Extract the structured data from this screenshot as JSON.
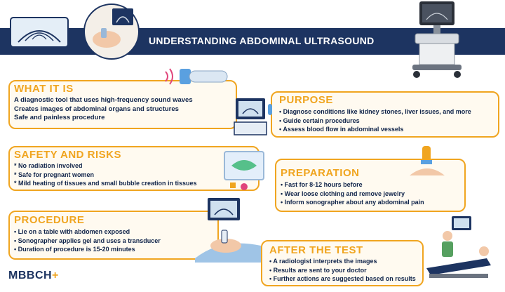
{
  "header": {
    "title": "UNDERSTANDING ABDOMINAL ULTRASOUND"
  },
  "what_it_is": {
    "title": "WHAT IT IS",
    "items": [
      "A diagnostic tool that uses high-frequency sound waves",
      "Creates images of abdominal organs and structures",
      "Safe and painless procedure"
    ]
  },
  "purpose": {
    "title": "PURPOSE",
    "items": [
      "Diagnose conditions like kidney stones, liver issues, and more",
      "Guide certain procedures",
      "Assess blood flow in abdominal vessels"
    ]
  },
  "safety": {
    "title": "SAFETY AND RISKS",
    "items": [
      "No radiation involved",
      "Safe for pregnant women",
      "Mild heating of tissues and small bubble creation in tissues"
    ]
  },
  "preparation": {
    "title": "PREPARATION",
    "items": [
      "Fast for 8-12 hours before",
      "Wear loose clothing and remove jewelry",
      "Inform sonographer about any abdominal pain"
    ]
  },
  "procedure": {
    "title": "PROCEDURE",
    "items": [
      "Lie on a table with abdomen exposed",
      "Sonographer applies gel and uses a transducer",
      "Duration of procedure is 15-20 minutes"
    ]
  },
  "after_test": {
    "title": "AFTER THE TEST",
    "items": [
      "A radiologist interprets the images",
      "Results are sent to your doctor",
      "Further actions are suggested based on results"
    ]
  },
  "logo": {
    "text": "MBBCH"
  },
  "colors": {
    "navy": "#1d3461",
    "orange": "#f0a520",
    "card_bg": "#fffaf0"
  }
}
